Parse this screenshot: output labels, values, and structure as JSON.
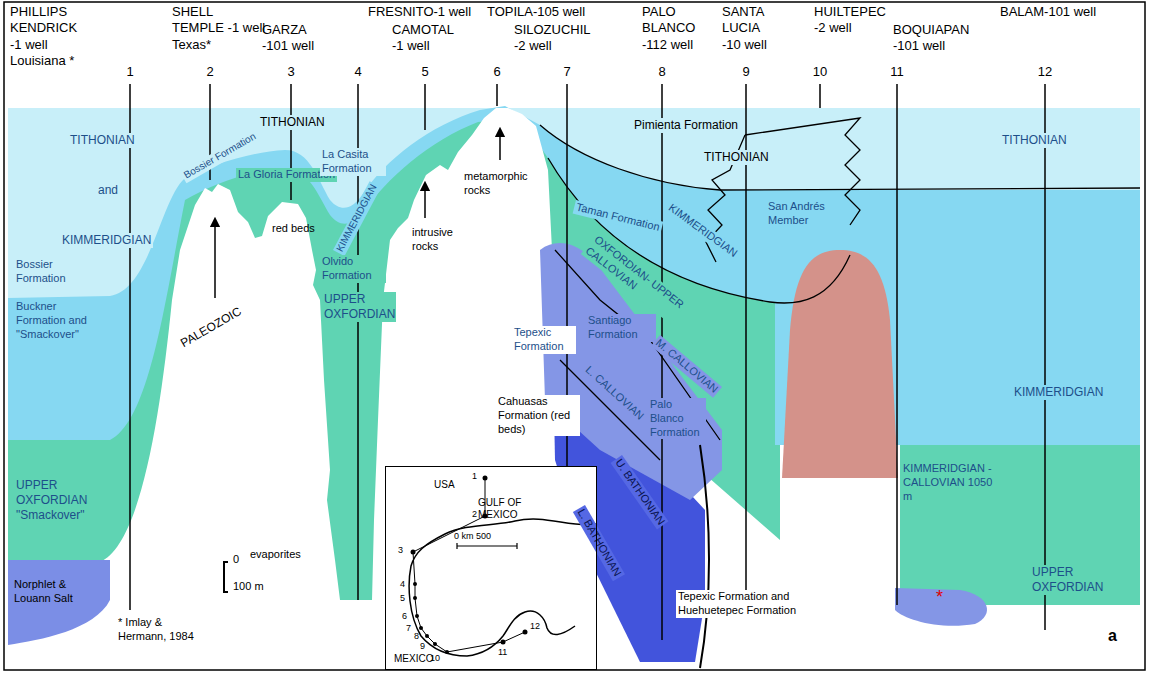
{
  "diagram": {
    "nodes": [
      {
        "text": [
          "USA",
          "GULF OF MEXICO",
          "0 km 500",
          "MEXICO",
          "1",
          "2",
          "3",
          "4",
          "5",
          "6",
          "7",
          "8",
          "9",
          "10",
          "11",
          "12"
        ]
      }
    ],
    "labels": [
      "PHILLIPS KENDRICK -1 well Louisiana *",
      "SHELL TEMPLE -1 well Texas*",
      "GARZA -101 well",
      "FRESNITO-1 well",
      "CAMOTAL -1 well",
      "TOPILA-105 well",
      "SILOZUCHIL -2 well",
      "PALO BLANCO -112 well",
      "SANTA LUCIA -10 well",
      "HUILTEPEC -2 well",
      "BOQUIAPAN -101 well",
      "BALAM-101 well",
      "1",
      "2",
      "3",
      "4",
      "5",
      "6",
      "7",
      "8",
      "9",
      "10",
      "11",
      "12",
      "TITHONIAN",
      "and",
      "KIMMERIDGIAN",
      "Bossier Formation",
      "Buckner Formation and \"Smackover\"",
      "UPPER OXFORDIAN \"Smackover\"",
      "Norphlet & Louann Salt",
      "* Imlay & Hermann, 1984",
      "Bossier Formation",
      "TITHONIAN",
      "La Gloria Formation",
      "La Casita Formation",
      "KIMMERIDGIAN",
      "red beds",
      "PALEOZOIC",
      "Olvido Formation",
      "UPPER OXFORDIAN",
      "evaporites",
      "0",
      "100 m",
      "intrusive rocks",
      "metamorphic rocks",
      "Pimienta Formation",
      "TITHONIAN",
      "Taman Formation",
      "KIMMERIDGIAN",
      "OXFORDIAN- UPPER CALLOVIAN",
      "San Andrés Member",
      "Santiago Formation",
      "Tepexic Formation",
      "M. CALLOVIAN",
      "L. CALLOVIAN",
      "Cahuasas Formation (red beds)",
      "Palo Blanco Formation",
      "U. BATHONIAN",
      "L. BATHONIAN",
      "Tepexic Formation and Huehuetepec Formation",
      "TITHONIAN",
      "KIMMERIDGIAN",
      "KIMMERIDGIAN - CALLOVIAN 1050 m",
      "UPPER OXFORDIAN",
      "*",
      "a"
    ]
  }
}
